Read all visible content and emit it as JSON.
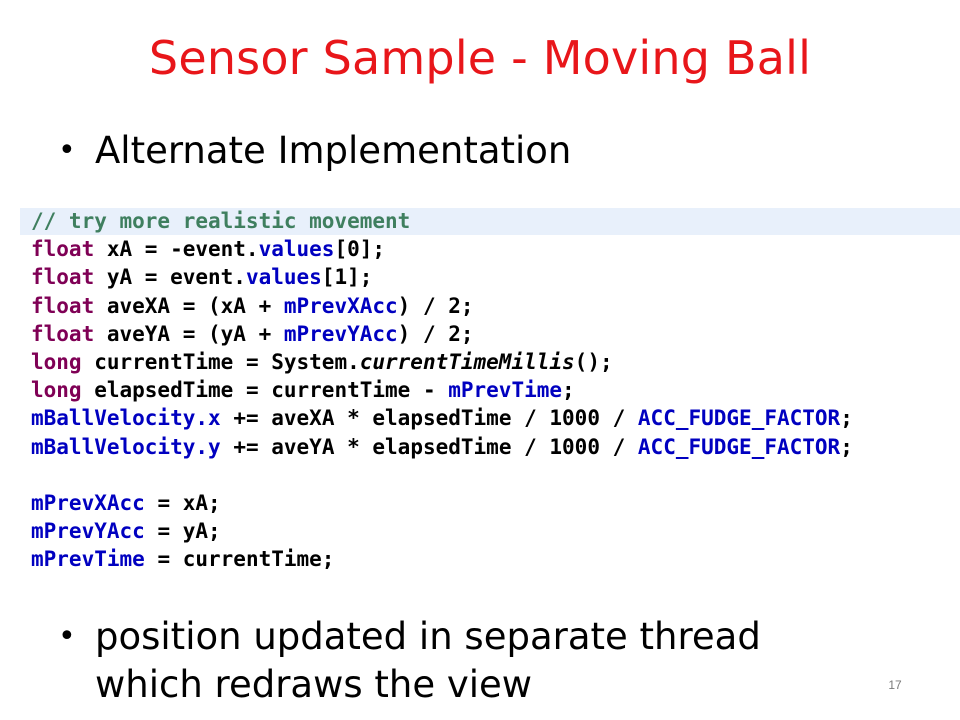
{
  "slide": {
    "title": "Sensor Sample - Moving Ball",
    "bullets": [
      {
        "marker": "•",
        "text": "Alternate Implementation"
      },
      {
        "marker": "•",
        "text_line1": "position updated in separate thread",
        "text_line2": "which redraws the view"
      }
    ],
    "page_number": "17"
  },
  "code": {
    "comment": "// try more realistic movement",
    "lines": [
      {
        "kw": "float",
        "rest1": " xA = -event.",
        "field": "values",
        "rest2": "[0];"
      },
      {
        "kw": "float",
        "rest1": " yA = event.",
        "field": "values",
        "rest2": "[1];"
      },
      {
        "kw": "float",
        "rest1": " aveXA = (xA + ",
        "field": "mPrevXAcc",
        "rest2": ") / 2;"
      },
      {
        "kw": "float",
        "rest1": " aveYA = (yA + ",
        "field": "mPrevYAcc",
        "rest2": ") / 2;"
      },
      {
        "kw": "long",
        "rest1": " currentTime = System.",
        "method": "currentTimeMillis",
        "rest2": "();"
      },
      {
        "kw": "long",
        "rest1": " elapsedTime = currentTime - ",
        "field": "mPrevTime",
        "rest2": ";"
      }
    ],
    "velocity_lines": [
      {
        "field1": "mBallVelocity",
        "field2": ".x",
        "rest": " += aveXA * elapsedTime / 1000 / ",
        "const": "ACC_FUDGE_FACTOR",
        "end": ";"
      },
      {
        "field1": "mBallVelocity",
        "field2": ".y",
        "rest": " += aveYA * elapsedTime / 1000 / ",
        "const": "ACC_FUDGE_FACTOR",
        "end": ";"
      }
    ],
    "assign_lines": [
      {
        "field": "mPrevXAcc",
        "rest": " = xA;"
      },
      {
        "field": "mPrevYAcc",
        "rest": " = yA;"
      },
      {
        "field": "mPrevTime",
        "rest": " = currentTime;"
      }
    ]
  },
  "colors": {
    "title": "#e8161a",
    "keyword": "#7f0055",
    "field": "#0000c0",
    "comment": "#3f7f5f",
    "highlight": "#e8f0fb"
  }
}
